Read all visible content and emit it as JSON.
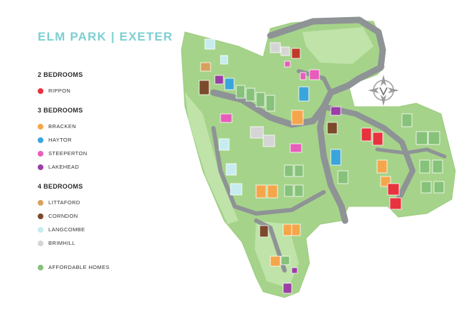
{
  "title": "ELM PARK | EXETER",
  "legend": {
    "groups": [
      {
        "heading": "2 BEDROOMS",
        "items": [
          {
            "label": "RIPPON",
            "color": "#e8323e"
          }
        ]
      },
      {
        "heading": "3 BEDROOMS",
        "items": [
          {
            "label": "BRACKEN",
            "color": "#f5a64a"
          },
          {
            "label": "HAYTOR",
            "color": "#3aa5dd"
          },
          {
            "label": "STEEPERTON",
            "color": "#e85dbb"
          },
          {
            "label": "LAKEHEAD",
            "color": "#9b3fa6"
          }
        ]
      },
      {
        "heading": "4 BEDROOMS",
        "items": [
          {
            "label": "LITTAFORD",
            "color": "#d9a15e"
          },
          {
            "label": "CORNDON",
            "color": "#7a4a2a"
          },
          {
            "label": "LANGCOMBE",
            "color": "#c6ecef"
          },
          {
            "label": "BRIMHILL",
            "color": "#d5d5d5"
          }
        ]
      }
    ],
    "affordable": {
      "label": "AFFORDABLE HOMES",
      "color": "#86c27a"
    }
  },
  "colors": {
    "site": "#a6d38a",
    "road": "#8e9396",
    "grass": "#bfe3a8",
    "plot_outline": "#ffffff"
  },
  "compass_icon": "compass-rose-icon"
}
